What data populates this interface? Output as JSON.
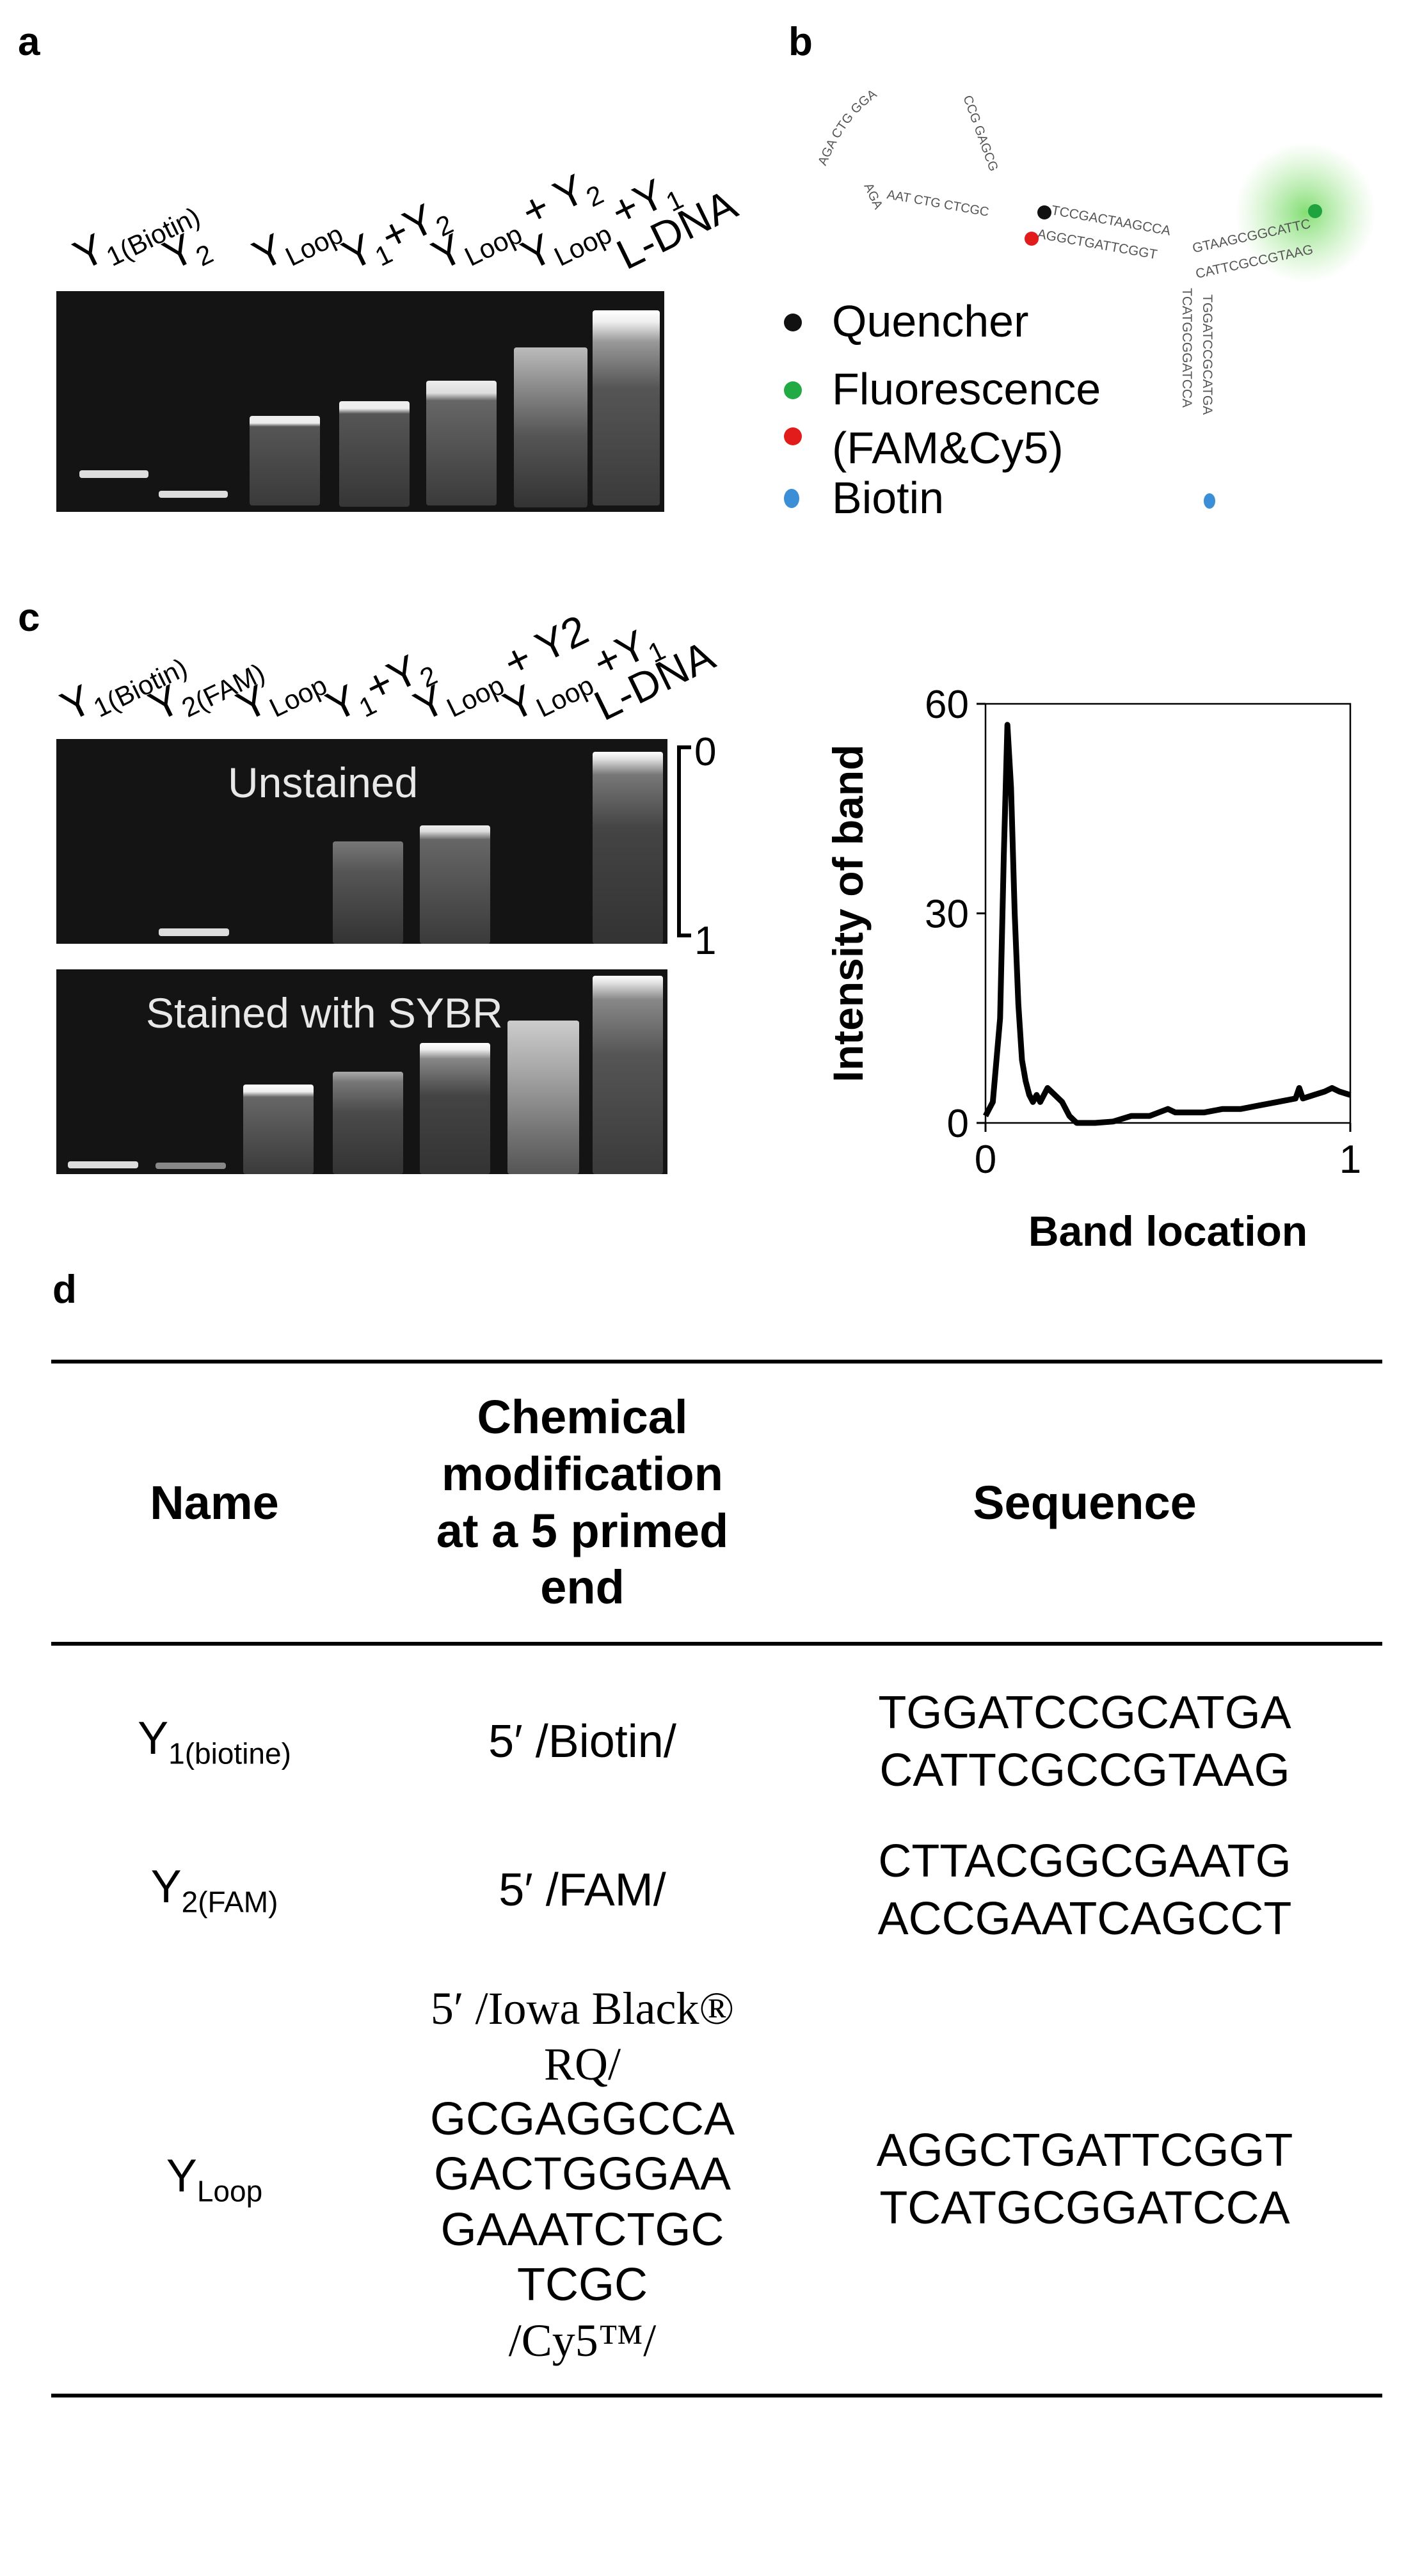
{
  "panel_labels": {
    "a": "a",
    "b": "b",
    "c": "c",
    "d": "d"
  },
  "panel_a": {
    "lanes": [
      {
        "base": "Y",
        "sub": "1(Biotin)",
        "rest": ""
      },
      {
        "base": "Y",
        "sub": "2",
        "rest": ""
      },
      {
        "base": "Y",
        "sub": "Loop",
        "rest": ""
      },
      {
        "base": "Y",
        "sub": "1",
        "rest": "+Y",
        "sub2": "2"
      },
      {
        "base": "Y",
        "sub": "Loop",
        "rest": " + Y",
        "sub2": "2"
      },
      {
        "base": "Y",
        "sub": "Loop",
        "rest": " +Y",
        "sub2": "1"
      },
      {
        "base": "L-DNA",
        "sub": "",
        "rest": ""
      }
    ]
  },
  "panel_b": {
    "sequences": {
      "loop_top": "AGA CTG GGA",
      "loop_left": "AGA",
      "inner1": "CCG GAGCG",
      "inner2": "AAT CTG CTCGC",
      "arm1": "TCCGACTAAGCCA",
      "arm2": "AGGCTGATTCGGT",
      "arm3": "GTAAGCGGCATTC",
      "arm4": "CATTCGCCGTAAG",
      "stem1": "TCATGCGGATCCA",
      "stem2": "TGGATCCGCATGA"
    },
    "legend": [
      {
        "label": "Quencher",
        "color": "#111111"
      },
      {
        "label": "Fluorescence",
        "color": "#22aa44"
      },
      {
        "label": "(FAM&Cy5)",
        "color": "#e21b1b"
      },
      {
        "label": "Biotin",
        "color": "#3a8fd6"
      }
    ]
  },
  "panel_c": {
    "lanes": [
      {
        "base": "Y",
        "sub": "1(Biotin)",
        "rest": ""
      },
      {
        "base": "Y",
        "sub": "2(FAM)",
        "rest": ""
      },
      {
        "base": "Y",
        "sub": "Loop",
        "rest": ""
      },
      {
        "base": "Y",
        "sub": "1",
        "rest": "+Y",
        "sub2": "2"
      },
      {
        "base": "Y",
        "sub": "Loop",
        "rest": " + Y2",
        "sub2": ""
      },
      {
        "base": "Y",
        "sub": "Loop",
        "rest": " +Y",
        "sub2": "1"
      },
      {
        "base": "L-DNA",
        "sub": "",
        "rest": ""
      }
    ],
    "gel_top_caption": "Unstained",
    "gel_bottom_caption": "Stained with SYBR",
    "scale_top": "0",
    "scale_bottom": "1"
  },
  "chart_data": {
    "type": "line",
    "xlabel": "Band location",
    "ylabel": "Intensity of band",
    "xlim": [
      0,
      1
    ],
    "ylim": [
      0,
      60
    ],
    "xticks": [
      "0",
      "1"
    ],
    "yticks": [
      "0",
      "30",
      "60"
    ],
    "x": [
      0.0,
      0.02,
      0.04,
      0.05,
      0.06,
      0.07,
      0.08,
      0.09,
      0.1,
      0.11,
      0.12,
      0.13,
      0.14,
      0.15,
      0.17,
      0.19,
      0.21,
      0.23,
      0.25,
      0.27,
      0.3,
      0.35,
      0.4,
      0.45,
      0.5,
      0.52,
      0.55,
      0.6,
      0.65,
      0.7,
      0.75,
      0.8,
      0.85,
      0.86,
      0.87,
      0.9,
      0.93,
      0.95,
      0.97,
      1.0
    ],
    "y": [
      1,
      3,
      15,
      38,
      57,
      48,
      30,
      17,
      9,
      6,
      4,
      3,
      4,
      3,
      5,
      4,
      3,
      1,
      0,
      0,
      0,
      0.2,
      1,
      1,
      2,
      1.5,
      1.5,
      1.5,
      2,
      2,
      2.5,
      3,
      3.5,
      5,
      3.5,
      4,
      4.5,
      5,
      4.5,
      4
    ]
  },
  "panel_d": {
    "headers": {
      "name": "Name",
      "modification": [
        "Chemical",
        "modification",
        "at a 5 primed",
        "end"
      ],
      "sequence": "Sequence"
    },
    "rows": [
      {
        "name_base": "Y",
        "name_sub": "1(biotine)",
        "modification": [
          "5′ /Biotin/"
        ],
        "sequence": [
          "TGGATCCGCATGA",
          "CATTCGCCGTAAG"
        ]
      },
      {
        "name_base": "Y",
        "name_sub": "2(FAM)",
        "modification": [
          "5′ /FAM/"
        ],
        "sequence": [
          "CTTACGGCGAATG",
          "ACCGAATCAGCCT"
        ]
      },
      {
        "name_base": "Y",
        "name_sub": "Loop",
        "modification": [
          "5′ /Iowa Black® RQ/",
          "GCGAGGCCA",
          "GACTGGGAA",
          "GAAATCTGC",
          "TCGC",
          "/Cy5™/"
        ],
        "sequence": [
          "AGGCTGATTCGGT",
          "TCATGCGGATCCA"
        ]
      }
    ]
  }
}
